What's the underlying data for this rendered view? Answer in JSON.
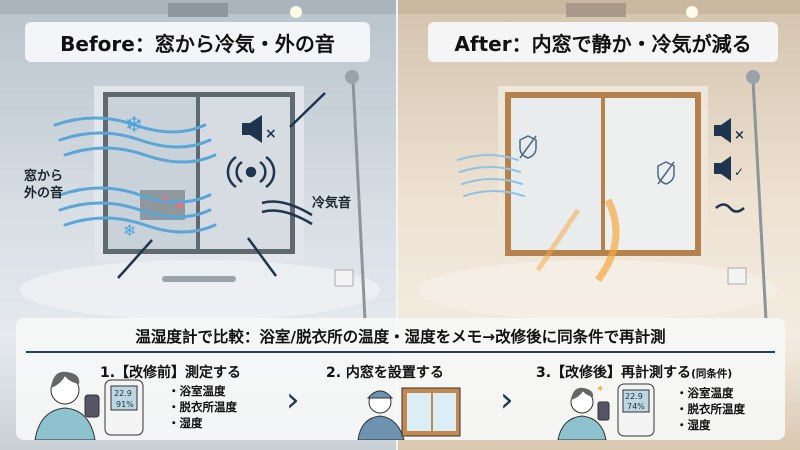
{
  "before": {
    "title": "Before：窓から冷気・外の音",
    "label_outside_sound": [
      "窓から",
      "外の音"
    ],
    "label_cold_air_sound": "冷気音"
  },
  "after": {
    "title": "After：内窓で静か・冷気が減る"
  },
  "colors": {
    "arrow": "#1e3550",
    "cold_wave": "#5aa6d8",
    "warm_glow": "#f3a640",
    "panel_line": "#2a3f58"
  },
  "panel": {
    "title": "温湿度計で比較：浴室/脱衣所の温度・湿度をメモ→改修後に同条件で再計測",
    "steps": [
      {
        "title": "1.【改修前】測定する",
        "items": [
          "浴室温度",
          "脱衣所温度",
          "湿度"
        ],
        "device": [
          "22.9",
          "91%"
        ]
      },
      {
        "title": "2. 内窓を設置する"
      },
      {
        "title": "3.【改修後】再計測する",
        "note": "(同条件)",
        "items": [
          "浴室温度",
          "脱衣所温度",
          "湿度"
        ],
        "device": [
          "22.9",
          "74%"
        ]
      }
    ],
    "separator": "›"
  }
}
